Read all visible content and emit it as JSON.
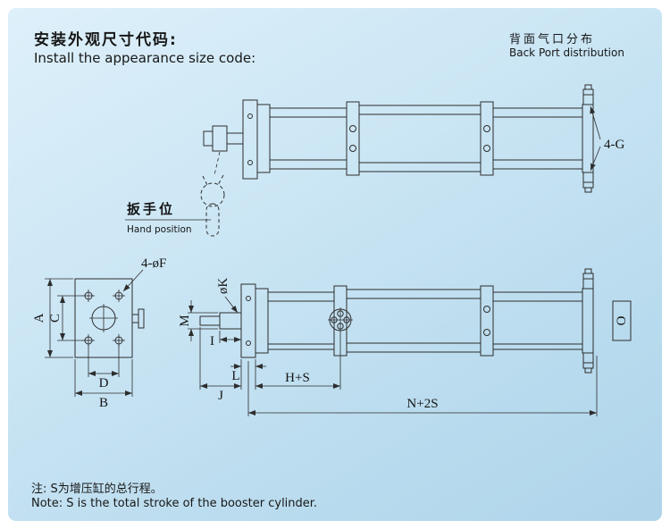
{
  "header": {
    "title_zh": "安装外观尺寸代码:",
    "title_en": "Install the appearance size code:",
    "back_port_zh": "背面气口分布",
    "back_port_en": "Back Port distribution"
  },
  "top_view": {
    "hand_position_zh": "扳手位",
    "hand_position_en": "Hand position",
    "port_label": "4-G"
  },
  "front_view": {
    "hole_label": "4-øF",
    "dim_a": "A",
    "dim_c": "C",
    "dim_d": "D",
    "dim_b": "B"
  },
  "side_view": {
    "rod_dia_label": "øK",
    "dim_m": "M",
    "dim_i": "I",
    "dim_l": "L",
    "dim_j": "J",
    "dim_h_s": "H+S",
    "dim_n_2s": "N+2S",
    "dim_o": "O"
  },
  "note": {
    "note_zh": "注: S为增压缸的总行程。",
    "note_en": "Note: S is the total stroke of the booster cylinder."
  }
}
